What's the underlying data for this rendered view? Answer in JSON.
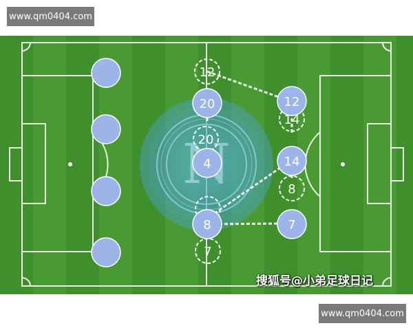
{
  "watermarks": {
    "top": "www.qm0404.com",
    "bottom": "www.qm0404.com"
  },
  "caption": "搜狐号@小弟足球日记",
  "colors": {
    "grass": "#3f8f2c",
    "player_fill": "#9db4e8",
    "line": "#ffffff",
    "logo": "#4aa3c6"
  },
  "crest_letter": "N",
  "formation": {
    "defenders": [
      "",
      "",
      "",
      ""
    ],
    "midfield_solid": [
      "20",
      "4",
      "8"
    ],
    "midfield_dashed": [
      "12",
      "20",
      "",
      "7"
    ],
    "forwards_solid": [
      "12",
      "14",
      "7"
    ],
    "forwards_dashed": [
      "14",
      "8"
    ]
  }
}
